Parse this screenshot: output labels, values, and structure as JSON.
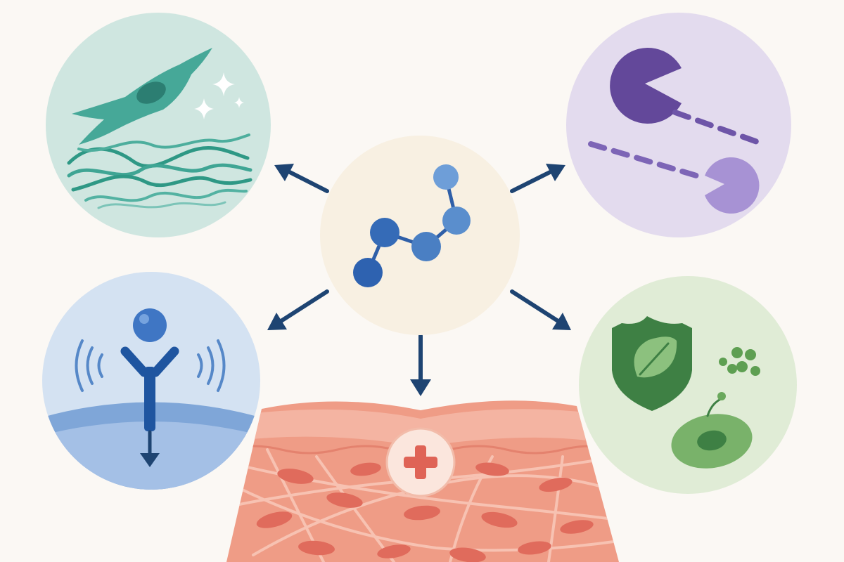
{
  "diagram": {
    "nodes": [
      {
        "id": "peptide",
        "icon": "peptide-chain-icon",
        "color": "#F8F0E2",
        "accent": "#3F74BA"
      },
      {
        "id": "collagen",
        "icon": "fibroblast-collagen-icon",
        "color": "#CFE6E0",
        "accent": "#3D9E8F"
      },
      {
        "id": "enzyme-inhibition",
        "icon": "enzyme-pacman-icon",
        "color": "#E3DBEE",
        "accent": "#63489A"
      },
      {
        "id": "receptor-signaling",
        "icon": "receptor-signal-icon",
        "color": "#D4E2F2",
        "accent": "#1F55A0"
      },
      {
        "id": "antioxidant-protection",
        "icon": "shield-leaf-icon",
        "color": "#E0ECD6",
        "accent": "#3E8044"
      },
      {
        "id": "skin-repair",
        "icon": "skin-plus-icon",
        "color": "#EF9C86",
        "accent": "#DF6356"
      }
    ],
    "edges": [
      {
        "from": "peptide",
        "to": "collagen"
      },
      {
        "from": "peptide",
        "to": "enzyme-inhibition"
      },
      {
        "from": "peptide",
        "to": "receptor-signaling"
      },
      {
        "from": "peptide",
        "to": "antioxidant-protection"
      },
      {
        "from": "peptide",
        "to": "skin-repair"
      }
    ],
    "arrow_color": "#1E4472",
    "background": "#FBF8F4"
  }
}
